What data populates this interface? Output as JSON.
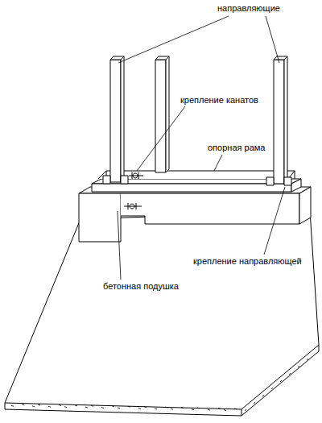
{
  "diagram": {
    "labels": [
      "направляющие",
      "крепление канатов",
      "опорная рама",
      "крепление направляющей",
      "бетонная подушка"
    ]
  }
}
